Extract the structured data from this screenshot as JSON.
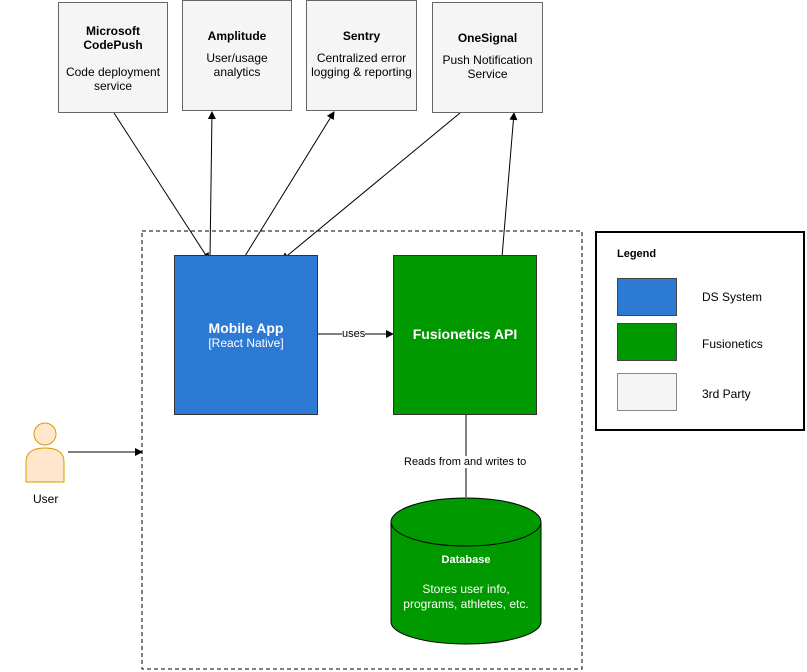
{
  "external": {
    "codepush": {
      "title": "Microsoft CodePush",
      "desc": "Code deployment service"
    },
    "amplitude": {
      "title": "Amplitude",
      "desc": "User/usage analytics"
    },
    "sentry": {
      "title": "Sentry",
      "desc": "Centralized error logging & reporting"
    },
    "onesignal": {
      "title": "OneSignal",
      "desc": "Push Notification Service"
    }
  },
  "mobile_app": {
    "title": "Mobile App",
    "subtitle": "[React Native]"
  },
  "api": {
    "title": "Fusionetics API"
  },
  "database": {
    "title": "Database",
    "desc": "Stores user info, programs, athletes, etc."
  },
  "user": {
    "label": "User"
  },
  "edges": {
    "uses": "uses",
    "reads_writes": "Reads from and writes to"
  },
  "legend": {
    "title": "Legend",
    "items": [
      {
        "label": "DS System",
        "color": "#2d7ad4"
      },
      {
        "label": "Fusionetics",
        "color": "#009900"
      },
      {
        "label": "3rd Party",
        "color": "#f5f5f5"
      }
    ]
  },
  "colors": {
    "ds_system": "#2d7ad4",
    "fusionetics": "#009900",
    "third_party": "#f5f5f5",
    "user": "#ffe6cc"
  }
}
